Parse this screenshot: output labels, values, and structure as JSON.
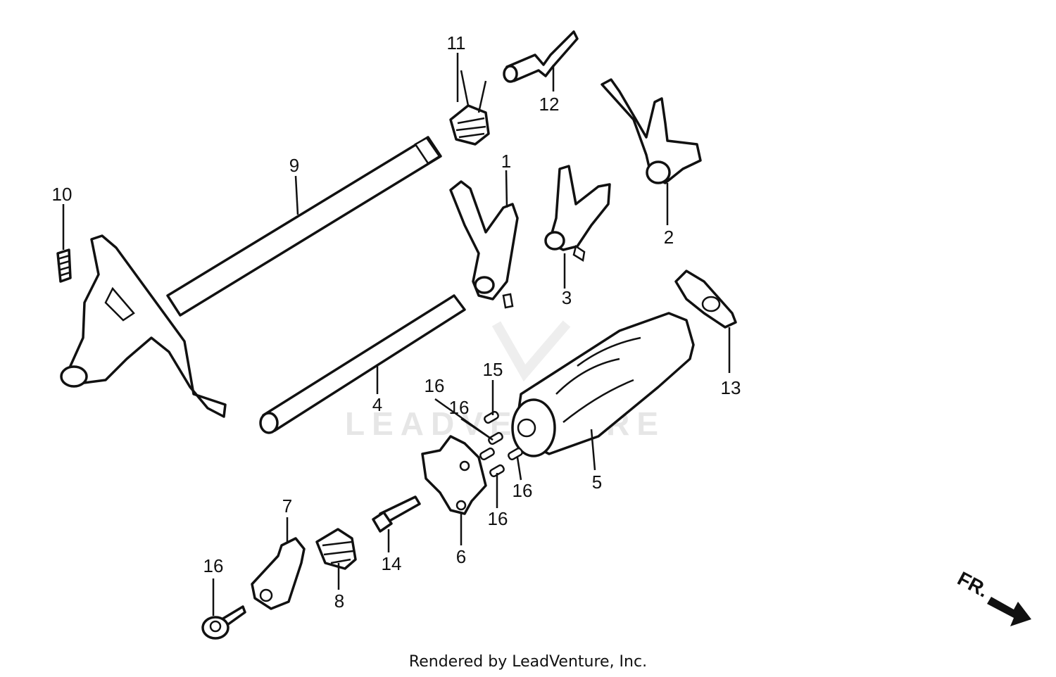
{
  "diagram": {
    "callouts": [
      {
        "id": "c1",
        "text": "1"
      },
      {
        "id": "c2",
        "text": "2"
      },
      {
        "id": "c3",
        "text": "3"
      },
      {
        "id": "c4",
        "text": "4"
      },
      {
        "id": "c5",
        "text": "5"
      },
      {
        "id": "c6",
        "text": "6"
      },
      {
        "id": "c7",
        "text": "7"
      },
      {
        "id": "c8",
        "text": "8"
      },
      {
        "id": "c9",
        "text": "9"
      },
      {
        "id": "c10",
        "text": "10"
      },
      {
        "id": "c11",
        "text": "11"
      },
      {
        "id": "c12",
        "text": "12"
      },
      {
        "id": "c13",
        "text": "13"
      },
      {
        "id": "c14",
        "text": "14"
      },
      {
        "id": "c15",
        "text": "15"
      },
      {
        "id": "c16a",
        "text": "16"
      },
      {
        "id": "c16b",
        "text": "16"
      },
      {
        "id": "c16c",
        "text": "16"
      },
      {
        "id": "c16d",
        "text": "16"
      },
      {
        "id": "c16e",
        "text": "16"
      }
    ],
    "direction_label": "FR.",
    "watermark": "LEADVENTURE"
  },
  "footer": {
    "credit": "Rendered by LeadVenture, Inc."
  }
}
